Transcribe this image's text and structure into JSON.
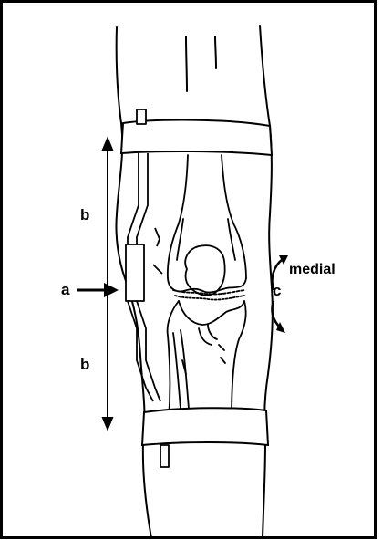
{
  "figure": {
    "labels": {
      "a": "a",
      "b_upper": "b",
      "b_lower": "b",
      "c": "c",
      "medial": "medial"
    },
    "colors": {
      "ink": "#000000",
      "background": "#ffffff"
    },
    "icons": {
      "force_arrow": "right-arrow-icon",
      "span_arrow": "double-headed-vertical-arrow-icon",
      "curved_arrows": "curved-arrow-icon"
    }
  }
}
